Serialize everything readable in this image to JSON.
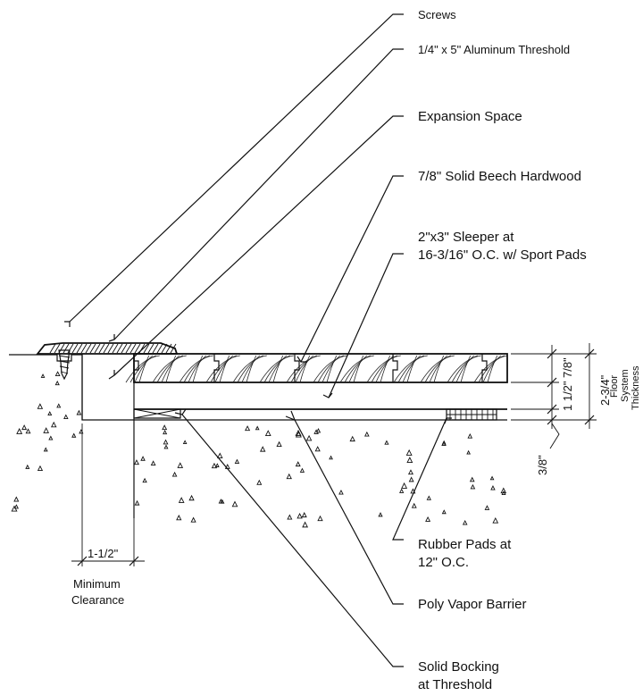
{
  "callouts": {
    "screws": "Screws",
    "threshold": "1/4\" x 5\" Aluminum Threshold",
    "expansion": "Expansion Space",
    "hardwood": "7/8\" Solid Beech Hardwood",
    "sleeper_line1": "2\"x3\" Sleeper at",
    "sleeper_line2": "16-3/16\" O.C. w/ Sport Pads",
    "rubber_line1": "Rubber Pads at",
    "rubber_line2": "12\" O.C.",
    "vapor": "Poly Vapor Barrier",
    "blocking_line1": "Solid Bocking",
    "blocking_line2": "at Threshold"
  },
  "dimensions": {
    "hardwood_thickness": "7/8\"",
    "sleeper_height": "1 1/2\"",
    "pad_height": "3/8\"",
    "system_total": "2-3/4\"",
    "system_label_line1": "Floor",
    "system_label_line2": "System",
    "system_label_line3": "Thickness",
    "clearance": "1-1/2\"",
    "clearance_label_line1": "Minimum",
    "clearance_label_line2": "Clearance"
  }
}
